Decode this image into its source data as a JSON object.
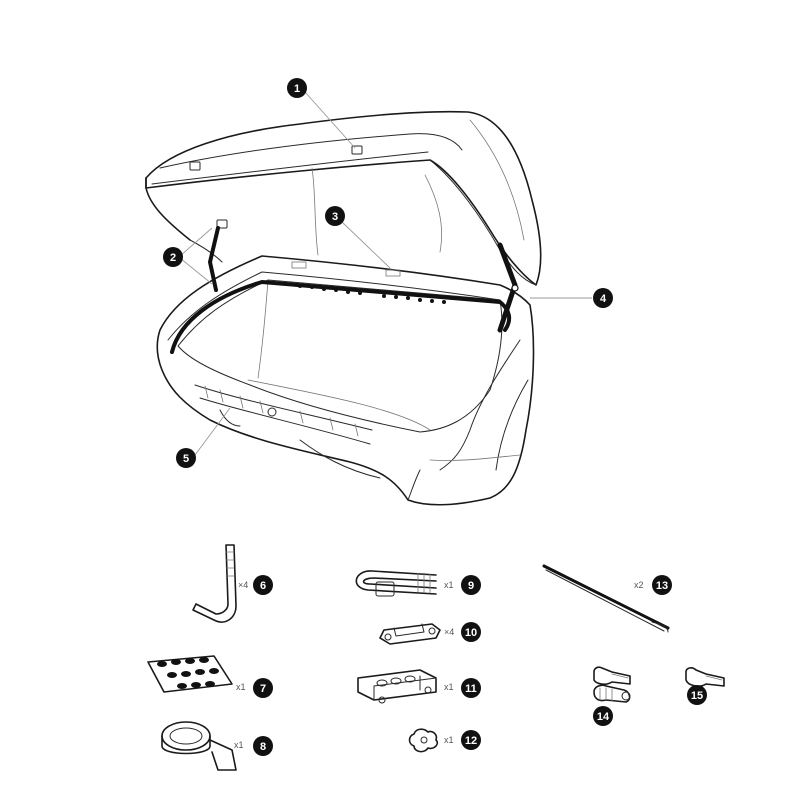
{
  "callouts": {
    "c1": "1",
    "c2": "2",
    "c3": "3",
    "c4": "4",
    "c5": "5",
    "c6": "6",
    "c7": "7",
    "c8": "8",
    "c9": "9",
    "c10": "10",
    "c11": "11",
    "c12": "12",
    "c13": "13",
    "c14": "14",
    "c15": "15"
  },
  "quantities": {
    "q6": "×4",
    "q7": "x1",
    "q8": "x1",
    "q9": "x1",
    "q10": "×4",
    "q11": "x1",
    "q12": "x1",
    "q13": "x2"
  },
  "colors": {
    "ink": "#111111",
    "outline": "#1a1a1a",
    "leader": "#9a9a9a",
    "background": "#ffffff"
  }
}
